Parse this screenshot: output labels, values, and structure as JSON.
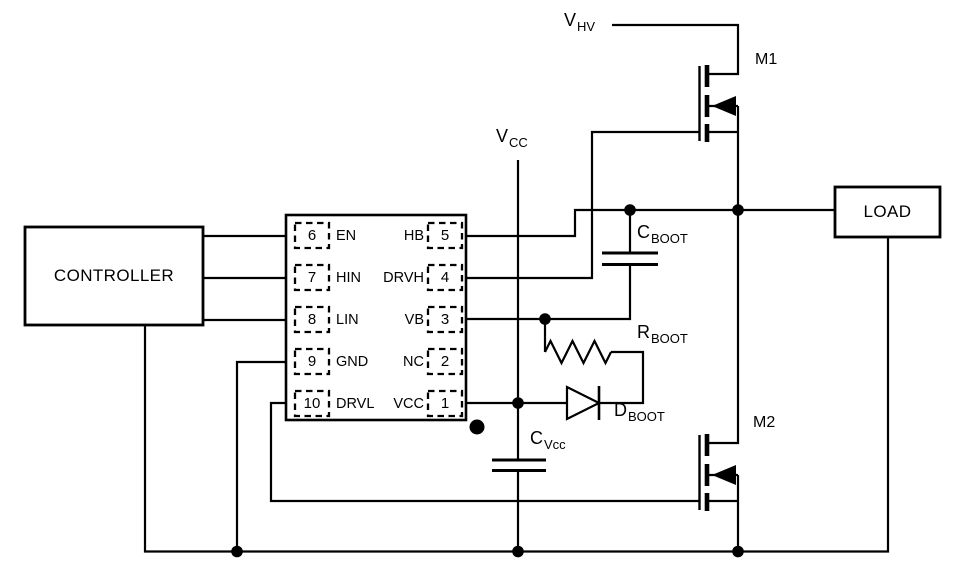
{
  "colors": {
    "line": "#000000",
    "background": "#ffffff"
  },
  "controller": {
    "label": "CONTROLLER"
  },
  "load": {
    "label": "LOAD"
  },
  "ic": {
    "left_pins": [
      {
        "number": "6",
        "name": "EN"
      },
      {
        "number": "7",
        "name": "HIN"
      },
      {
        "number": "8",
        "name": "LIN"
      },
      {
        "number": "9",
        "name": "GND"
      },
      {
        "number": "10",
        "name": "DRVL"
      }
    ],
    "right_pins": [
      {
        "number": "5",
        "name": "HB"
      },
      {
        "number": "4",
        "name": "DRVH"
      },
      {
        "number": "3",
        "name": "VB"
      },
      {
        "number": "2",
        "name": "NC"
      },
      {
        "number": "1",
        "name": "VCC"
      }
    ]
  },
  "labels": {
    "vhv": {
      "base": "V",
      "sub": "HV"
    },
    "vcc": {
      "base": "V",
      "sub": "CC"
    },
    "cboot": {
      "base": "C",
      "sub": "BOOT"
    },
    "rboot": {
      "base": "R",
      "sub": "BOOT"
    },
    "dboot": {
      "base": "D",
      "sub": "BOOT"
    },
    "cvcc": {
      "base": "C",
      "sub": "Vcc"
    },
    "m1": "M1",
    "m2": "M2"
  }
}
